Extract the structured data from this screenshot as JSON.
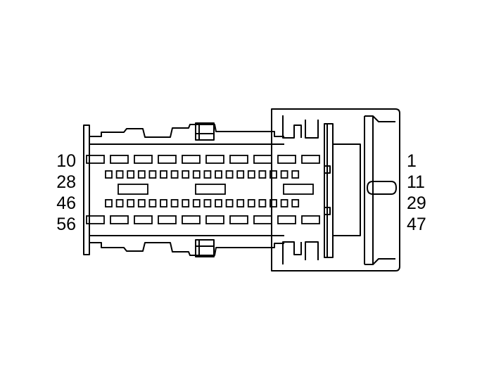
{
  "connector": {
    "line_color": "#000000",
    "background_color": "#ffffff",
    "pin_rows": [
      {
        "row": 1,
        "left_label": "10",
        "right_label": "1",
        "cavity_count": 10,
        "cavity_style": "large"
      },
      {
        "row": 2,
        "left_label": "28",
        "right_label": "11",
        "cavity_count": 18,
        "cavity_style": "small"
      },
      {
        "row": 3,
        "left_label": "46",
        "right_label": "29",
        "cavity_count": 18,
        "cavity_style": "small"
      },
      {
        "row": 4,
        "left_label": "56",
        "right_label": "47",
        "cavity_count": 10,
        "cavity_style": "large"
      }
    ],
    "key_slots": 3
  }
}
